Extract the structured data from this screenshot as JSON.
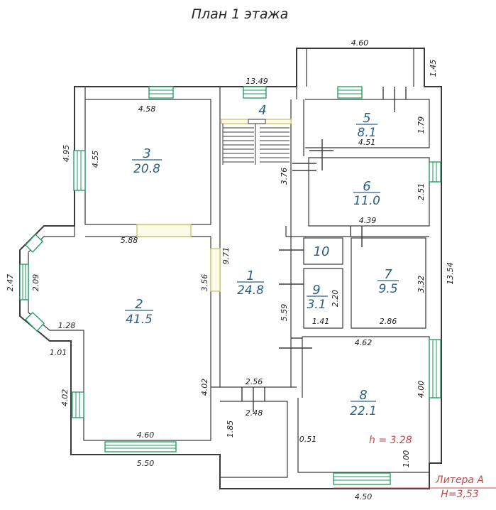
{
  "title": "План 1 этажа",
  "rooms": [
    {
      "num": "1",
      "area": "24.8"
    },
    {
      "num": "2",
      "area": "41.5"
    },
    {
      "num": "3",
      "area": "20.8"
    },
    {
      "num": "4",
      "area": ""
    },
    {
      "num": "5",
      "area": "8.1"
    },
    {
      "num": "6",
      "area": "11.0"
    },
    {
      "num": "7",
      "area": "9.5"
    },
    {
      "num": "8",
      "area": "22.1"
    },
    {
      "num": "9",
      "area": "3.1"
    },
    {
      "num": "10",
      "area": ""
    }
  ],
  "dimensions": [
    "4.60",
    "1.45",
    "13.49",
    "4.58",
    "4.95",
    "4.55",
    "1.79",
    "4.51",
    "3.76",
    "2.51",
    "4.39",
    "5.88",
    "9.71",
    "2.47",
    "2.09",
    "3.56",
    "13.54",
    "3.32",
    "2.20",
    "5.59",
    "1.41",
    "2.86",
    "1.28",
    "1.01",
    "4.62",
    "4.02",
    "4.02",
    "2.56",
    "2.48",
    "4.00",
    "1.85",
    "4.60",
    "0.51",
    "1.00",
    "5.50",
    "4.50"
  ],
  "height_note": "h = 3.28",
  "litera": "Литера А",
  "total_height": "H=3,53",
  "colors": {
    "window": "#1a9a5a",
    "door_opening": "#c8c66a",
    "room_label": "#2a5f86",
    "note": "#c0494e",
    "wall": "#3a3a3a"
  }
}
